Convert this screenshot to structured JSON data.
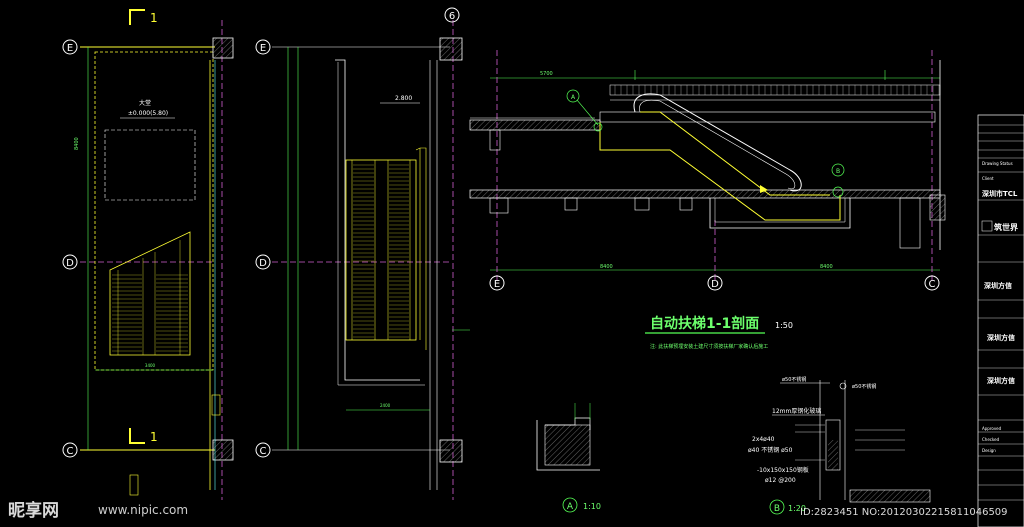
{
  "grid": {
    "E": "E",
    "D": "D",
    "C": "C",
    "six": "6",
    "one": "1"
  },
  "plan": {
    "label_dashang": "大堂",
    "elev_1": "±0.000(5.80)",
    "elev_2": "2.800",
    "dim_left": "8400",
    "dim_bottom_1": "3400",
    "dim_bottom_2": "2400"
  },
  "section": {
    "title": "自动扶梯1-1剖面",
    "scale": "1:50",
    "note": "注: 此扶梯预埋安装土建尺寸须按扶梯厂家确认后施工",
    "dim_1": "5700",
    "dim_2": "8400",
    "dim_3": "8400",
    "callout_a": "A",
    "callout_b": "B"
  },
  "details": {
    "a_label": "A",
    "a_scale": "1:10",
    "b_label": "B",
    "b_scale": "1:20",
    "b_note_1": "12mm厚钢化玻璃",
    "b_note_2": "ø50不锈钢",
    "b_note_3": "2x4ø40",
    "b_note_4": "ø40 不锈钢 ø50",
    "b_note_5": "-10x150x150钢板",
    "b_note_6": "ø12 @200"
  },
  "titleblock": {
    "client_label": "Client",
    "client_value": "深圳市TCL",
    "architect": "筑世界",
    "proj_1": "深圳方信",
    "proj_2": "深圳方信",
    "proj_3": "深圳方信",
    "approved": "Approved",
    "checked": "Checked",
    "design": "Design",
    "drawing_status": "Drawing Status"
  },
  "watermark": {
    "logo": "昵享网",
    "url": "www.nipic.com",
    "id": "ID:2823451 NO:20120302215811046509"
  },
  "colors": {
    "yellow": "#ffff33",
    "green": "#55ff55",
    "magenta": "#cc44cc",
    "white": "#ffffff",
    "cyan": "#66ffff"
  }
}
